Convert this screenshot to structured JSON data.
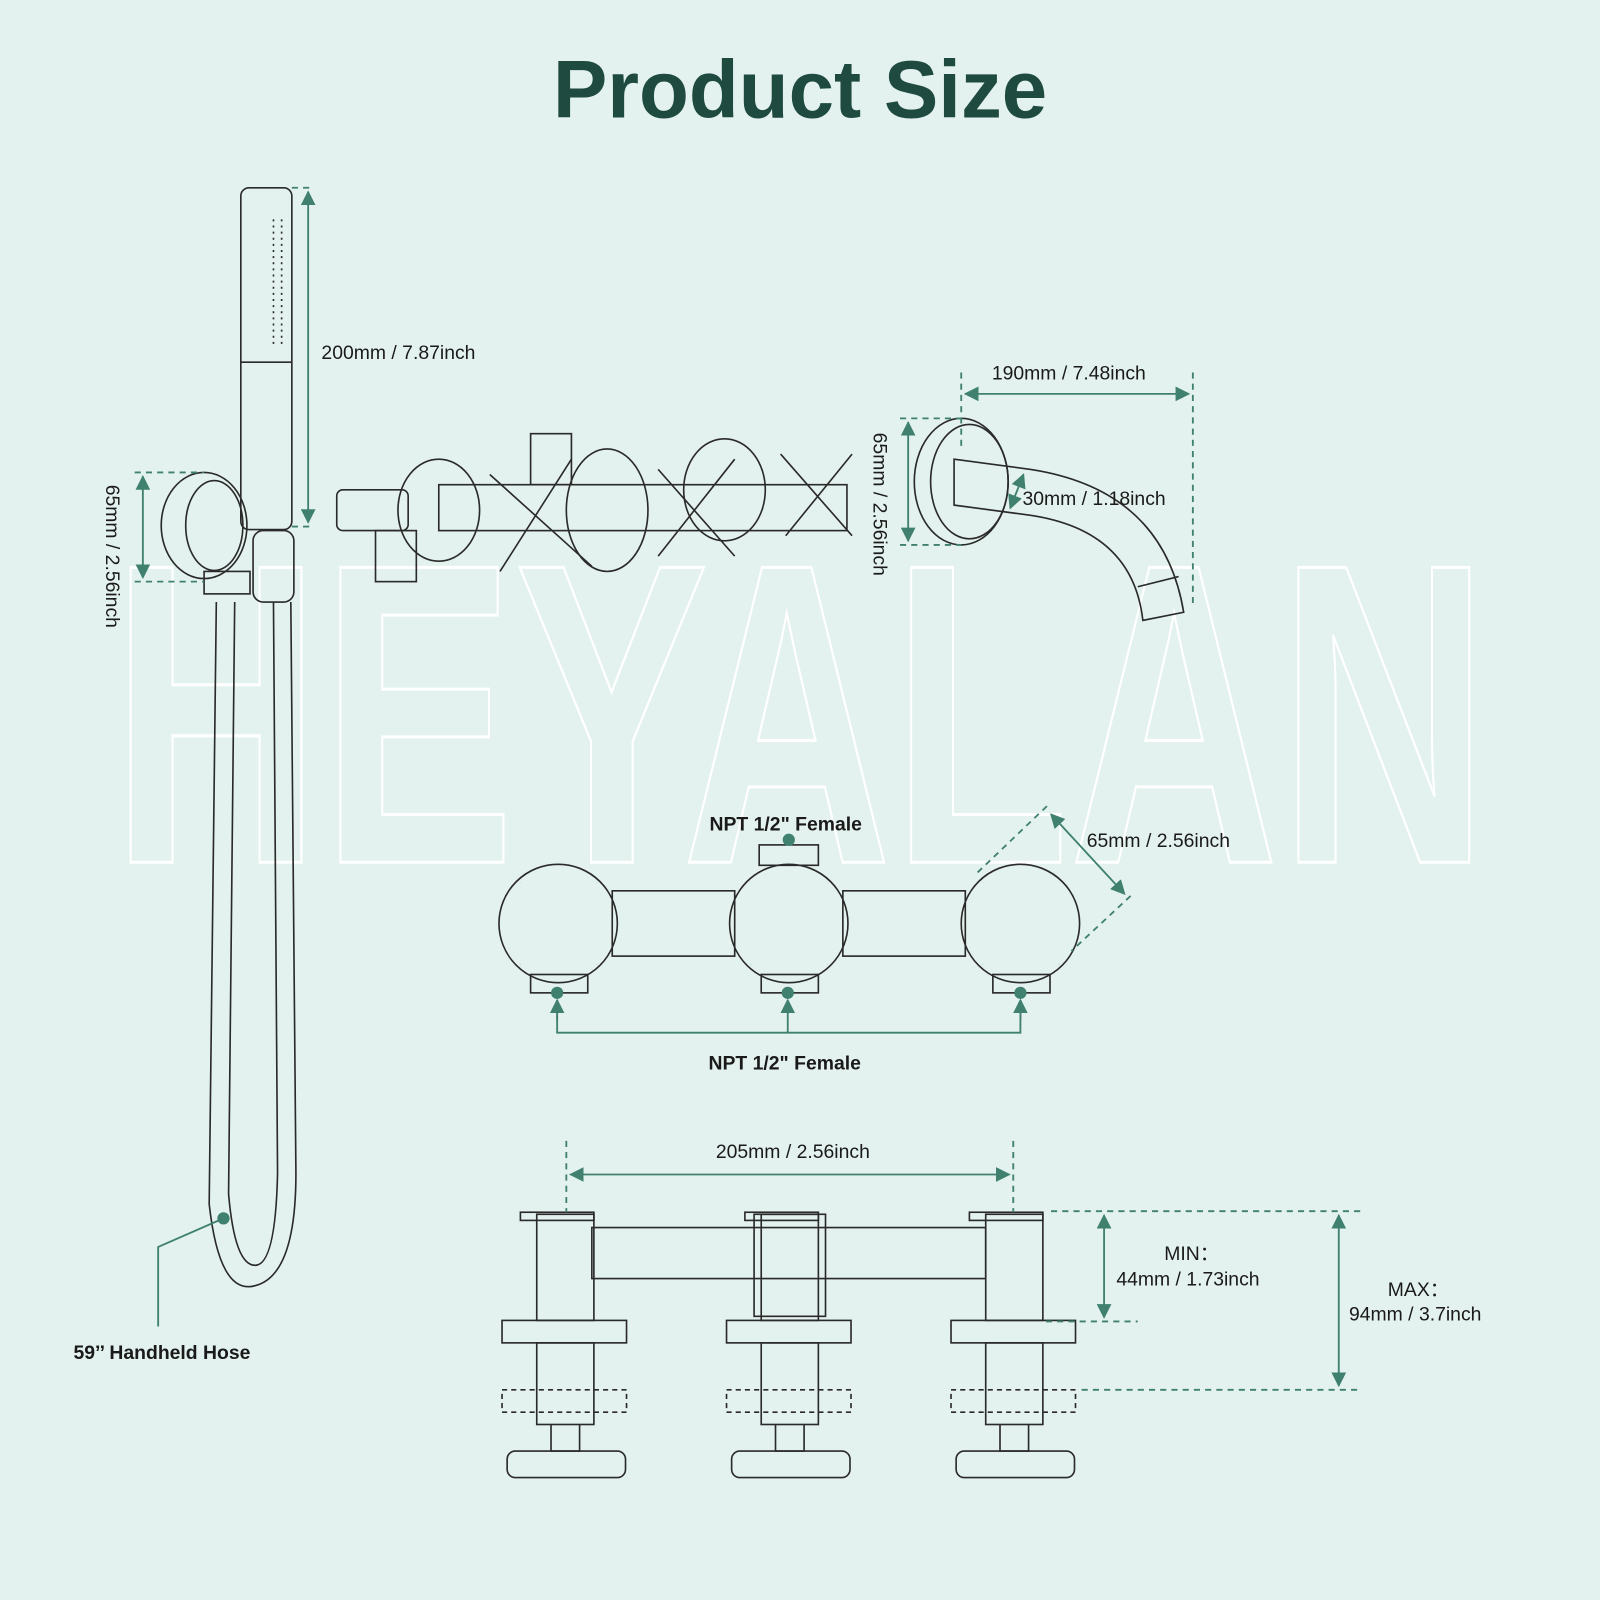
{
  "title": "Product Size",
  "watermark": "HEYALAN",
  "colors": {
    "background": "#e3f2ee",
    "title": "#1f4a3f",
    "accent": "#3f806f"
  },
  "labels": {
    "handshower_length": "200mm / 7.87inch",
    "holder_height": "65mm / 2.56inch",
    "spout_length": "190mm / 7.48inch",
    "spout_plate": "65mm / 2.56inch",
    "spout_diameter": "30mm / 1.18inch",
    "npt_top": "NPT 1/2\" Female",
    "handle_diameter": "65mm / 2.56inch",
    "npt_bottom": "NPT 1/2\" Female",
    "hose": "59’’ Handheld Hose",
    "valve_spacing": "205mm / 2.56inch",
    "min_label": "MIN：",
    "min_value": "44mm / 1.73inch",
    "max_label": "MAX：",
    "max_value": "94mm / 3.7inch"
  }
}
